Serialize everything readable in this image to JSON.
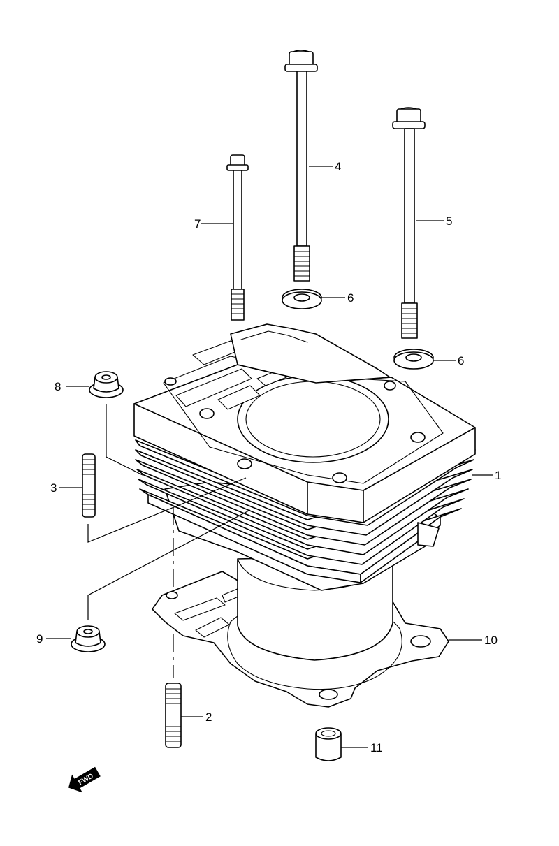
{
  "callouts": {
    "c1": "1",
    "c2": "2",
    "c3": "3",
    "c4": "4",
    "c5": "5",
    "c6a": "6",
    "c6b": "6",
    "c7": "7",
    "c8": "8",
    "c9": "9",
    "c10": "10",
    "c11": "11"
  },
  "fwd_badge": "FWD",
  "colors": {
    "line": "#000000",
    "background": "#ffffff"
  }
}
